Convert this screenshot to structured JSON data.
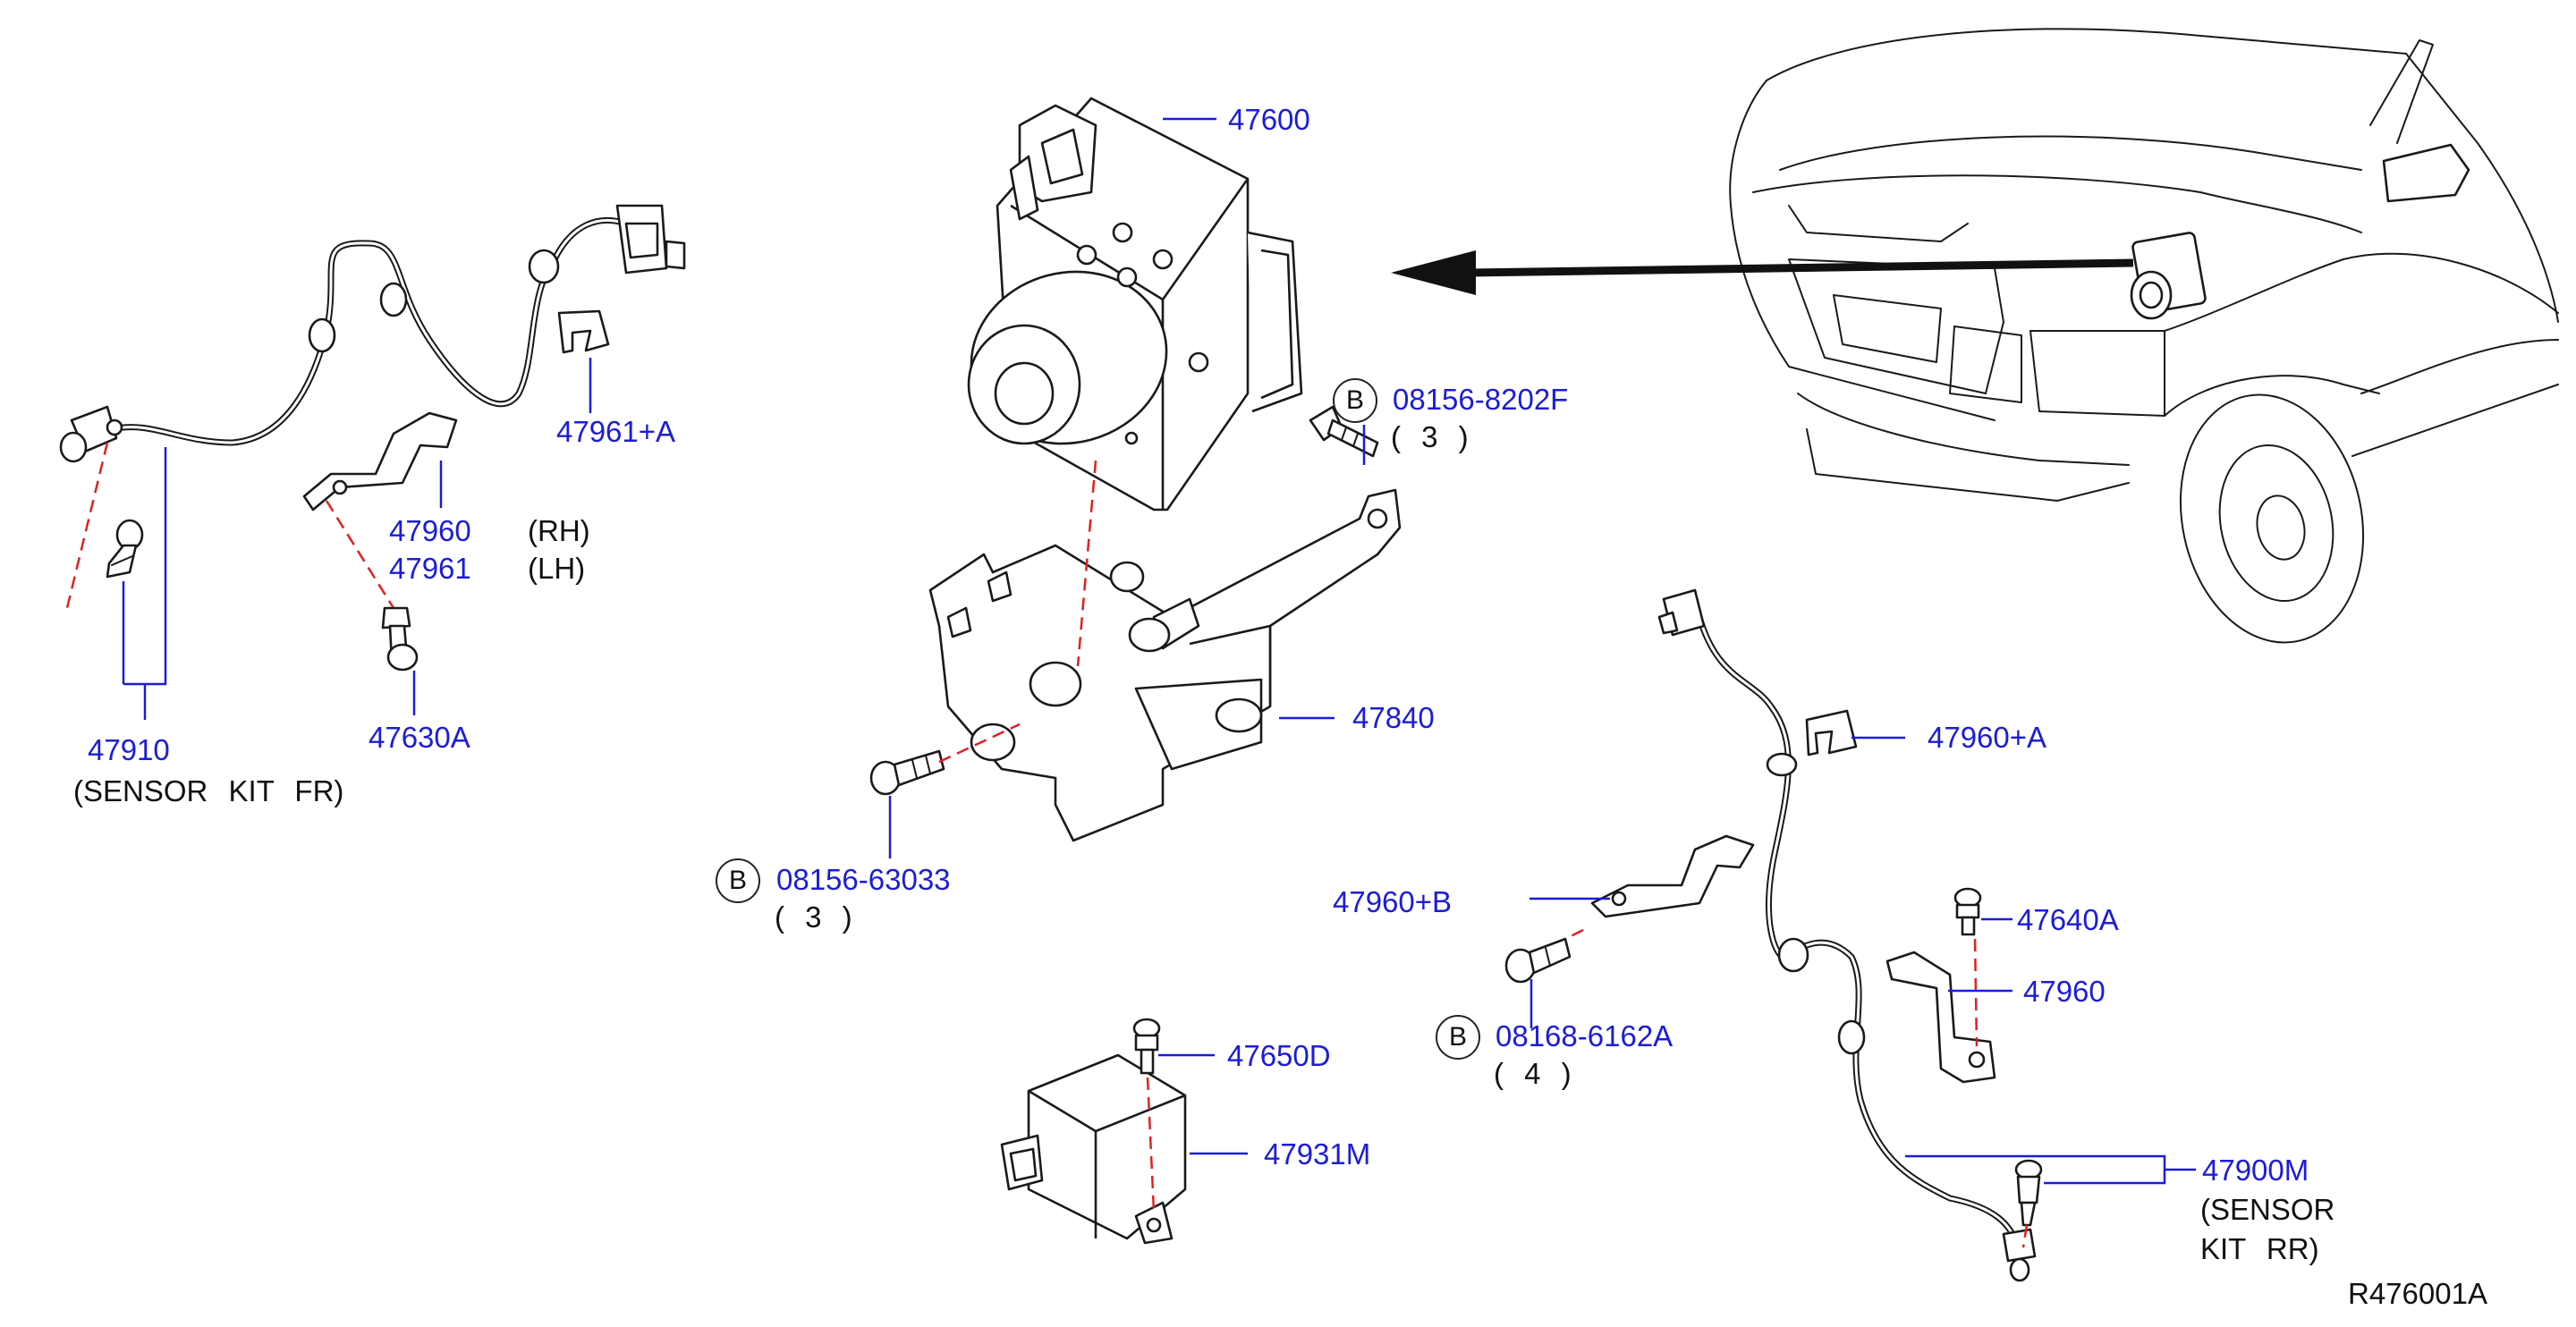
{
  "labels": {
    "abs_actuator": "47600",
    "bolt_top": "08156-8202F",
    "bolt_top_qty": "( 3 )",
    "sensor_clip_fr": "47961+A",
    "bracket_rh": "47960",
    "bracket_rh_side": "(RH)",
    "bracket_lh": "47961",
    "bracket_lh_side": "(LH)",
    "bolt_fr": "47630A",
    "sensor_kit_fr": "47910",
    "sensor_kit_fr_desc": "(SENSOR KIT FR)",
    "bracket_actuator": "47840",
    "bolt_bottom": "08156-63033",
    "bolt_bottom_qty": "( 3 )",
    "clip_rr_a": "47960+A",
    "clip_rr_b": "47960+B",
    "bolt_rr": "47640A",
    "bracket_rr": "47960",
    "bolt_mid": "08168-6162A",
    "bolt_mid_qty": "( 4 )",
    "bolt_sensor": "47650D",
    "g_sensor": "47931M",
    "sensor_kit_rr": "47900M",
    "sensor_kit_rr_desc1": "(SENSOR",
    "sensor_kit_rr_desc2": "KIT RR)",
    "figure_code": "R476001A",
    "bolt_marker": "B"
  },
  "colors": {
    "part_number": "#1c1cd8",
    "leader_line": "#1c1cd8",
    "dash_line": "#e02020",
    "outline": "#1a1a1a"
  }
}
